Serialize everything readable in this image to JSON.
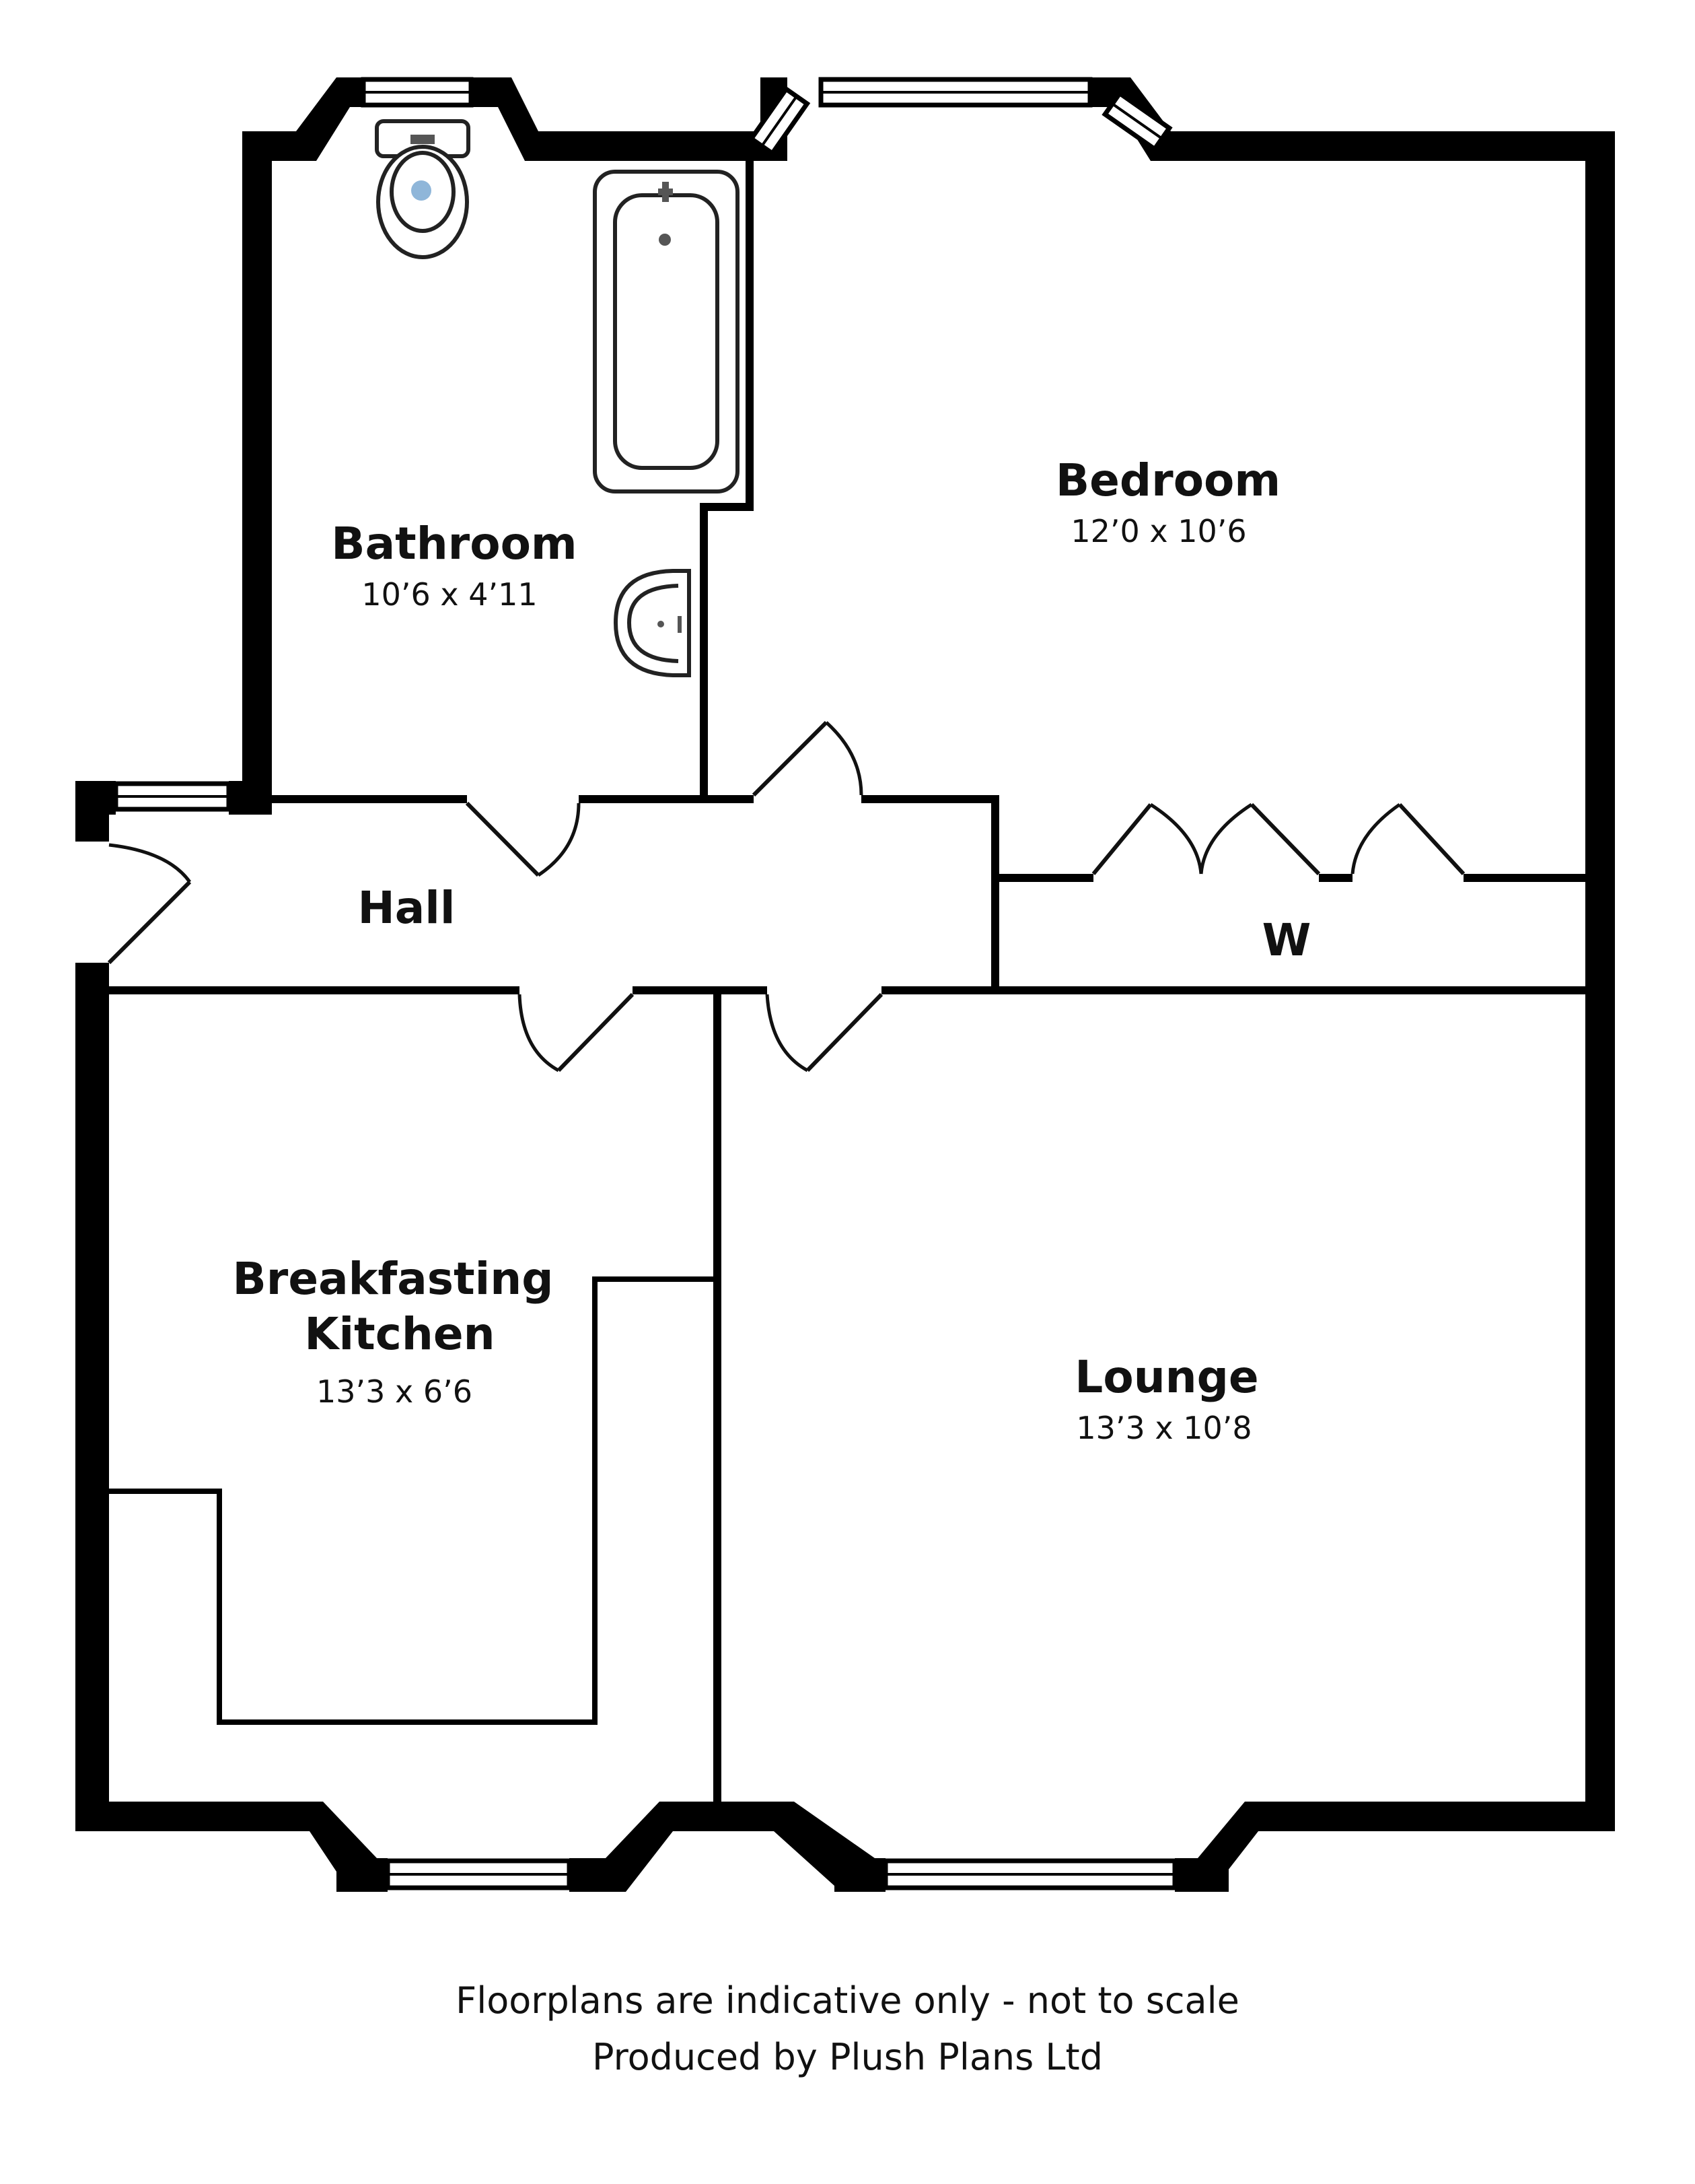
{
  "rooms": {
    "bathroom": {
      "name": "Bathroom",
      "dims": "10’6 x 4’11"
    },
    "bedroom": {
      "name": "Bedroom",
      "dims": "12’0 x 10’6"
    },
    "hall": {
      "name": "Hall"
    },
    "wardrobe": {
      "name": "W"
    },
    "kitchen": {
      "name_line1": "Breakfasting",
      "name_line2": "Kitchen",
      "dims": "13’3 x 6’6"
    },
    "lounge": {
      "name": "Lounge",
      "dims": "13’3 x 10’8"
    }
  },
  "footer": {
    "disclaimer": "Floorplans are indicative only - not to scale",
    "producer": "Produced by Plush Plans Ltd"
  },
  "colors": {
    "wall": "#000000",
    "background": "#ffffff",
    "text": "#111111",
    "tap": "#8fb6d9"
  }
}
